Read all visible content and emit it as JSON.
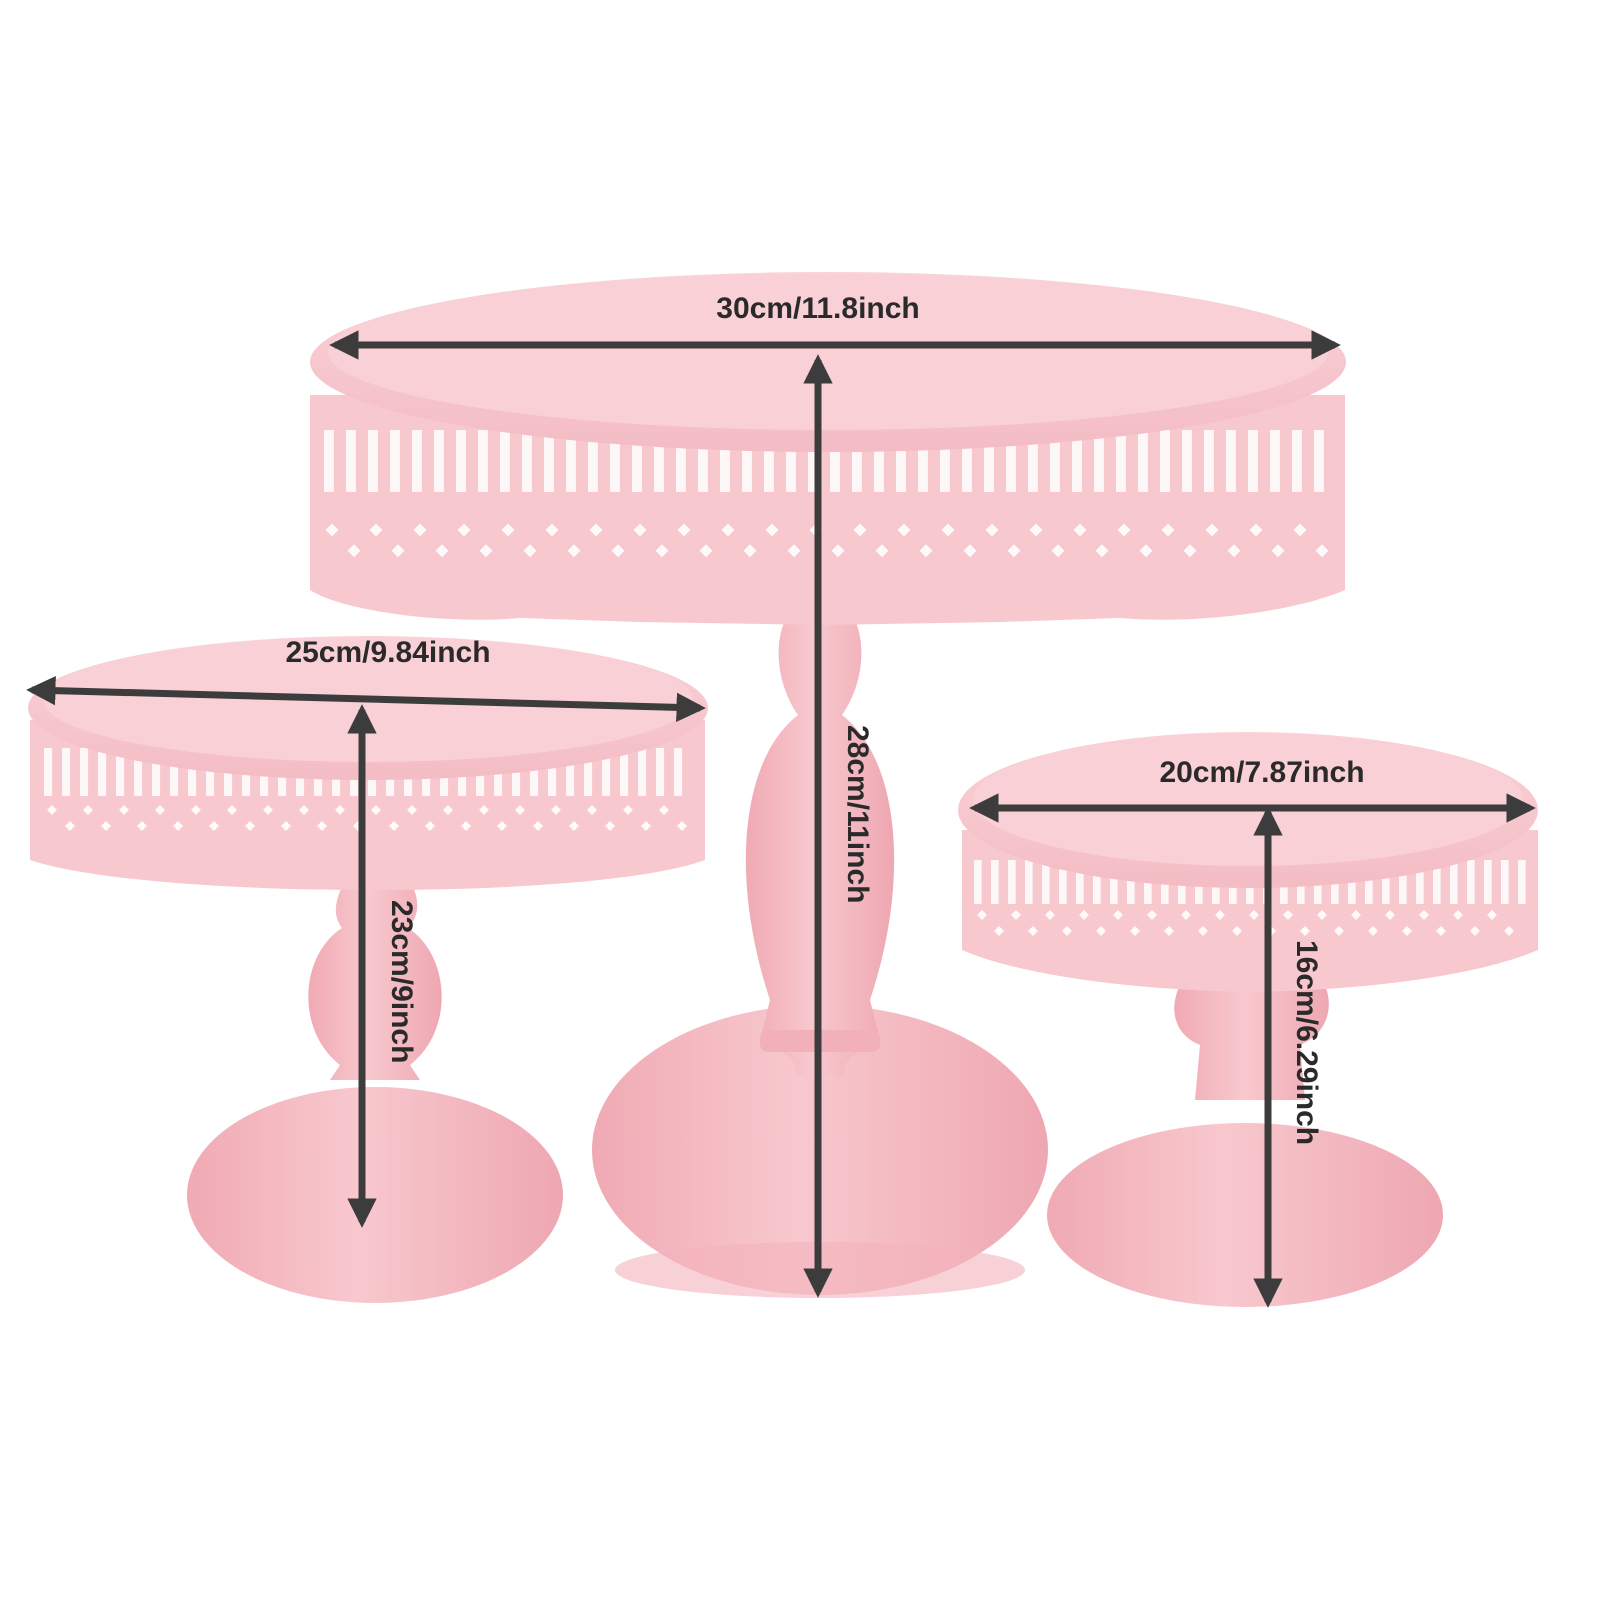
{
  "colors": {
    "plate_top": "#f7c9cf",
    "plate_edge": "#f3b7bf",
    "lace": "#f6c0c7",
    "lace_shadow": "#eeaab4",
    "column": "#f4b6bf",
    "arrow": "#3c3c3c",
    "background": "#ffffff"
  },
  "stands": [
    {
      "name": "large",
      "diameter_label": "30cm/11.8inch",
      "height_label": "28cm/11inch"
    },
    {
      "name": "medium",
      "diameter_label": "25cm/9.84inch",
      "height_label": "23cm/9inch"
    },
    {
      "name": "small",
      "diameter_label": "20cm/7.87inch",
      "height_label": "16cm/6.29inch"
    }
  ]
}
